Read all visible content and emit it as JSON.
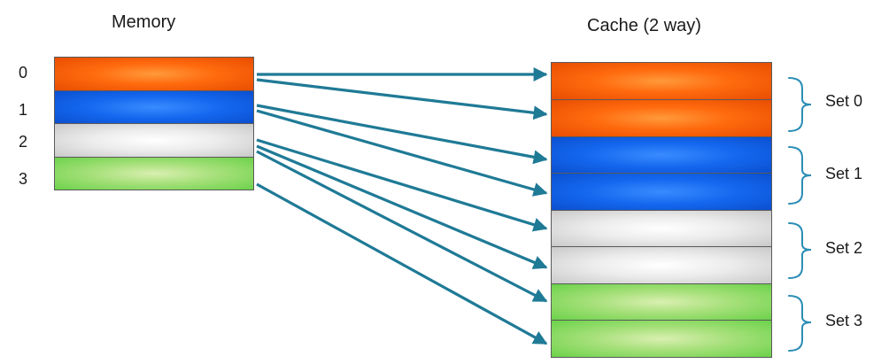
{
  "memory": {
    "title": "Memory",
    "indices": [
      "0",
      "1",
      "2",
      "3"
    ]
  },
  "cache": {
    "title": "Cache (2 way)",
    "sets": [
      "Set 0",
      "Set 1",
      "Set 2",
      "Set 3"
    ]
  },
  "colors": {
    "orange": "#ff6a0e",
    "blue": "#1467ee",
    "gray": "#e6e6e6",
    "green": "#a6e07a",
    "arrow": "#1f7a96",
    "brace": "#2a8db5"
  }
}
